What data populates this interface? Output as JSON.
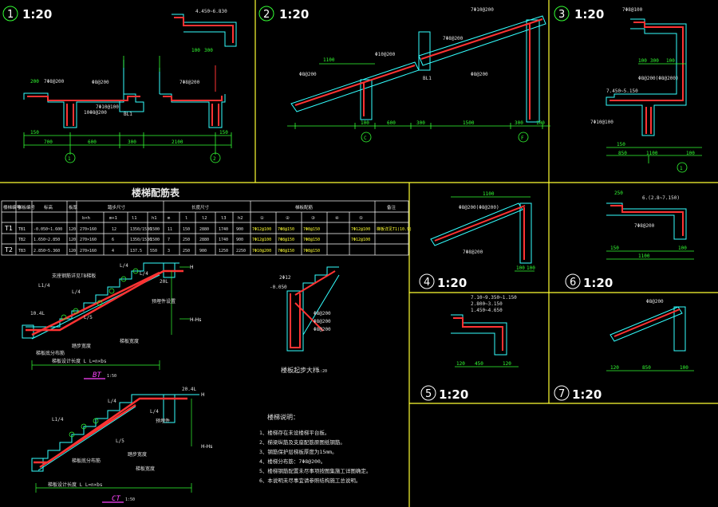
{
  "colors": {
    "background": "#000000",
    "frame": "#ffff33",
    "dim": "#33ff33",
    "concrete": "#33ffff",
    "rebar": "#ff3333",
    "text": "#ffffff",
    "magenta": "#ff44ff"
  },
  "details": {
    "d1": {
      "num": "1",
      "scale": "1:20",
      "dims": [
        "150",
        "700",
        "600",
        "300",
        "2100",
        "150",
        "100",
        "300",
        "200"
      ],
      "axes": [
        "1",
        "2"
      ],
      "rebar": [
        "7Φ8@200",
        "Φ8@200",
        "7Φ10@100",
        "10Φ8@200",
        "7Φ8@200"
      ],
      "elev": "4.450~6.830",
      "lbl": "BL1"
    },
    "d2": {
      "num": "2",
      "scale": "1:20",
      "dims": [
        "1100",
        "100",
        "600",
        "300",
        "1500",
        "300",
        "100"
      ],
      "axes": [
        "C",
        "F"
      ],
      "rebar": [
        "7Φ10@200",
        "Φ8@200",
        "Φ10@200",
        "Φ8@200",
        "7Φ8@200"
      ],
      "lbl": "BL1"
    },
    "d3": {
      "num": "3",
      "scale": "1:20",
      "dims": [
        "150",
        "100",
        "300",
        "100",
        "1100",
        "850",
        "100"
      ],
      "axes": [
        "1"
      ],
      "rebar": [
        "Φ8@200(Φ8@200)",
        "7Φ10@100",
        "7Φ8@100"
      ],
      "elev": "7.450~5.150"
    },
    "d4": {
      "num": "4",
      "scale": "1:20",
      "dims": [
        "1100",
        "100",
        "100"
      ],
      "rebar": [
        "Φ8@200(Φ8@200)",
        "7Φ8@200"
      ]
    },
    "d5": {
      "num": "5",
      "scale": "1:20",
      "dims": [
        "120",
        "450",
        "120"
      ],
      "elev": [
        "7.10~9.350~1.150",
        "2.800~3.150",
        "1.450~4.650"
      ]
    },
    "d6": {
      "num": "6",
      "scale": "1:20",
      "dims": [
        "150",
        "100",
        "1100",
        "250"
      ],
      "elev": "6.(2.8~7.150)",
      "rebar": [
        "7Φ8@200"
      ]
    },
    "d7": {
      "num": "7",
      "scale": "1:20",
      "dims": [
        "120",
        "850",
        "100"
      ],
      "rebar": [
        "Φ8@200"
      ]
    }
  },
  "schedule": {
    "title": "楼梯配筋表",
    "headers": [
      "楼梯编号",
      "梯板编号",
      "标高",
      "板厚",
      "踏步尺寸",
      "",
      "长度尺寸",
      "",
      "",
      "",
      "",
      "梯板配筋",
      "",
      "",
      "",
      "",
      "备注"
    ],
    "subheaders": [
      "",
      "",
      "",
      "",
      "b×h",
      "m+1",
      "l1",
      "h1",
      "m",
      "l",
      "l2",
      "l3",
      "h2",
      "①",
      "②",
      "③",
      "④",
      "⑤",
      ""
    ],
    "rows": [
      {
        "id": "T1",
        "board": "TB1",
        "elev": "-0.050~1.600",
        "t": "120",
        "bh": "270×160",
        "m": "12",
        "dims": "1350/1530",
        "a": "1500",
        "b": "11",
        "c": "150",
        "d": "2880",
        "e": "1740",
        "f": "900",
        "r1": "7Φ12@100",
        "r2": "7Φ8@150",
        "r3": "7Φ8@150",
        "r4": "",
        "r5": "7Φ12@100",
        "note": "梯板详见T1(10.9)"
      },
      {
        "id": "",
        "board": "TB2",
        "elev": "1.650~2.850",
        "t": "120",
        "bh": "270×160",
        "m": "6",
        "dims": "1350/1530",
        "a": "1500",
        "b": "7",
        "c": "250",
        "d": "2880",
        "e": "1740",
        "f": "900",
        "r1": "7Φ12@100",
        "r2": "7Φ8@150",
        "r3": "7Φ8@150",
        "r4": "",
        "r5": "7Φ12@100",
        "note": ""
      },
      {
        "id": "T2",
        "board": "TB3",
        "elev": "2.850~5.360",
        "t": "120",
        "bh": "270×160",
        "m": "4",
        "dims": "137.5",
        "a": "550",
        "b": "3",
        "c": "250",
        "d": "900",
        "e": "1250",
        "f": "2250",
        "r1": "7Φ10@200",
        "r2": "7Φ8@150",
        "r3": "7Φ8@150",
        "r4": "",
        "r5": "",
        "note": ""
      }
    ]
  },
  "bt": {
    "label": "BT",
    "scale": "1:50",
    "texts": [
      "L1/4",
      "L/4",
      "L/5",
      "L/4",
      "L/4",
      "H",
      "H-Hs",
      "梯板底分布筋",
      "踏步宽度",
      "梯板设计长度 L  L=n×bs"
    ],
    "notes": [
      "支座钢筋详见TB梯板",
      "预埋件设置",
      "梯板宽度",
      "10.4L",
      "20L"
    ]
  },
  "ct": {
    "label": "CT",
    "scale": "1:50",
    "texts": [
      "L1/4",
      "L/4",
      "L/4",
      "L/5",
      "H",
      "H-Hs",
      "梯板底分布筋",
      "踏步宽度",
      "梯板设计长度 L  L=n×bs"
    ],
    "notes": [
      "20.4L",
      "预埋件",
      "梯板宽度"
    ]
  },
  "sample": {
    "title": "楼板起步大样",
    "scale": "1:20",
    "texts": [
      "2Φ12",
      "-0.050",
      "Φ8@200",
      "Φ8@200",
      "Φ8@200"
    ]
  },
  "notes": {
    "title": "楼梯说明：",
    "items": [
      "1、楼梯存在未设楼梯平台板。",
      "2、梯梁纵筋及支座配筋原图纸钢筋。",
      "3、钢筋保护层梯板厚度为15mm。",
      "4、楼梯分布筋：7Φ8@200。",
      "5、楼梯钢筋配置未尽事项按图集施工详图确定。",
      "6、本说明未尽事宜请参照结构施工总说明。"
    ]
  }
}
